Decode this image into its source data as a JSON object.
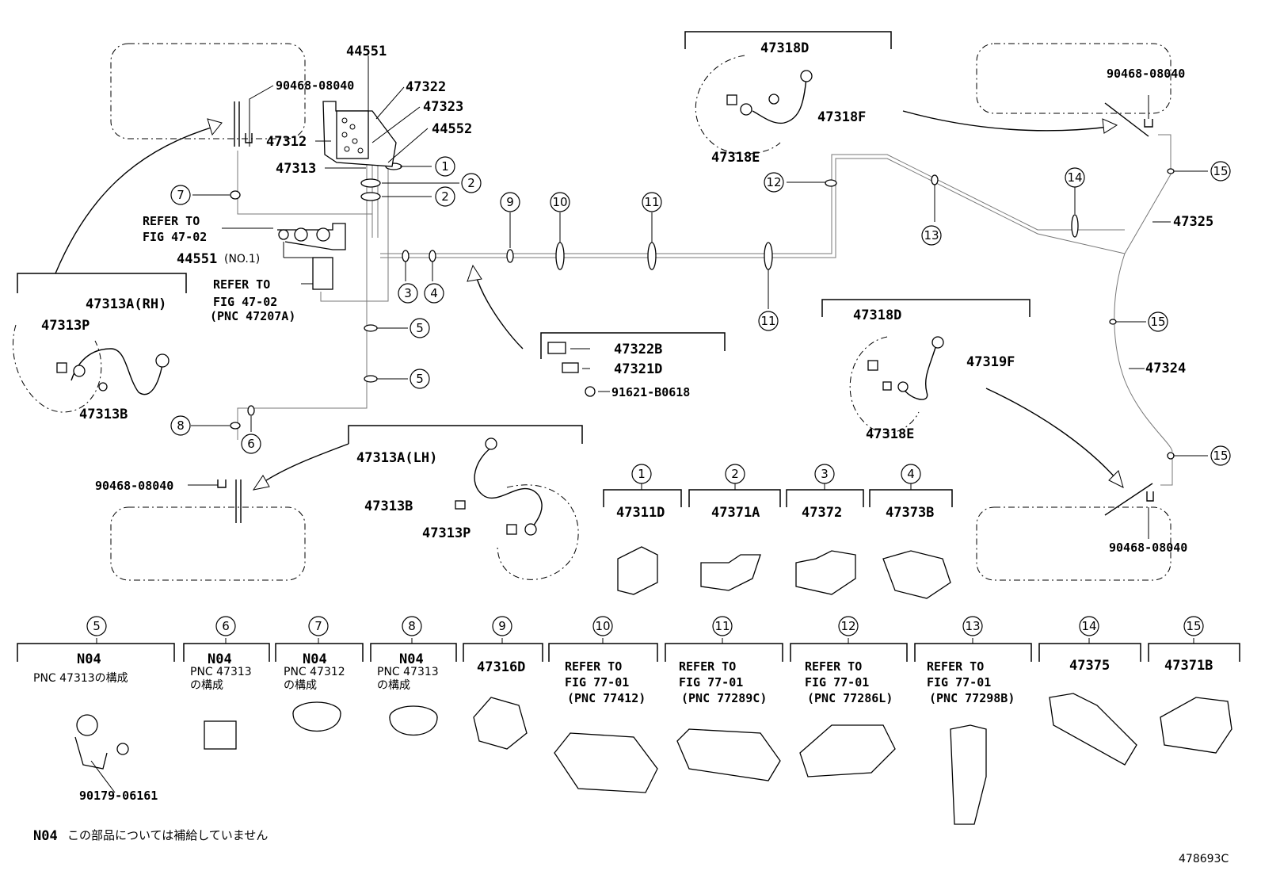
{
  "labels": {
    "p44551": "44551",
    "p47322": "47322",
    "p47323": "47323",
    "p44552": "44552",
    "p47312": "47312",
    "p47313": "47313",
    "p90468_tl": "90468-08040",
    "refer1_a": "REFER TO",
    "refer1_b": "FIG 47-02",
    "p44551no1": "44551",
    "p44551no1_suffix": "(NO.1)",
    "refer2_a": "REFER TO",
    "refer2_b": "FIG 47-02",
    "refer2_c": "(PNC 47207A)",
    "p47313A_RH": "47313A(RH)",
    "p47313P_rh": "47313P",
    "p47313B_rh": "47313B",
    "p90468_bl": "90468-08040",
    "p47313A_LH": "47313A(LH)",
    "p47313B_lh": "47313B",
    "p47313P_lh": "47313P",
    "p47322B": "47322B",
    "p47321D": "47321D",
    "p91621": "91621-B0618",
    "p47318D_t": "47318D",
    "p47318F": "47318F",
    "p47318E_t": "47318E",
    "p90468_tr": "90468-08040",
    "p47325": "47325",
    "p47324": "47324",
    "p47318D_b": "47318D",
    "p47319F": "47319F",
    "p47318E_b": "47318E",
    "p90468_br": "90468-08040"
  },
  "callouts": [
    "1",
    "2",
    "2",
    "3",
    "4",
    "5",
    "5",
    "6",
    "7",
    "8",
    "9",
    "10",
    "11",
    "11",
    "12",
    "13",
    "14",
    "15",
    "15",
    "15"
  ],
  "legend_top": [
    {
      "num": "1",
      "part": "47311D"
    },
    {
      "num": "2",
      "part": "47371A"
    },
    {
      "num": "3",
      "part": "47372"
    },
    {
      "num": "4",
      "part": "47373B"
    }
  ],
  "legend_bottom": [
    {
      "num": "5",
      "code": "N04",
      "desc": "PNC 47313の構成",
      "sub": "90179-06161"
    },
    {
      "num": "6",
      "code": "N04",
      "desc1": "PNC 47313",
      "desc2": "の構成"
    },
    {
      "num": "7",
      "code": "N04",
      "desc1": "PNC 47312",
      "desc2": "の構成"
    },
    {
      "num": "8",
      "code": "N04",
      "desc1": "PNC 47313",
      "desc2": "の構成"
    },
    {
      "num": "9",
      "part": "47316D"
    },
    {
      "num": "10",
      "r1": "REFER TO",
      "r2": "FIG 77-01",
      "r3": "(PNC 77412)"
    },
    {
      "num": "11",
      "r1": "REFER TO",
      "r2": "FIG 77-01",
      "r3": "(PNC 77289C)"
    },
    {
      "num": "12",
      "r1": "REFER TO",
      "r2": "FIG 77-01",
      "r3": "(PNC 77286L)"
    },
    {
      "num": "13",
      "r1": "REFER TO",
      "r2": "FIG 77-01",
      "r3": "(PNC 77298B)"
    },
    {
      "num": "14",
      "part": "47375"
    },
    {
      "num": "15",
      "part": "47371B"
    }
  ],
  "footnote": {
    "code": "N04",
    "text": "この部品については補給していません"
  },
  "figure_id": "478693C"
}
